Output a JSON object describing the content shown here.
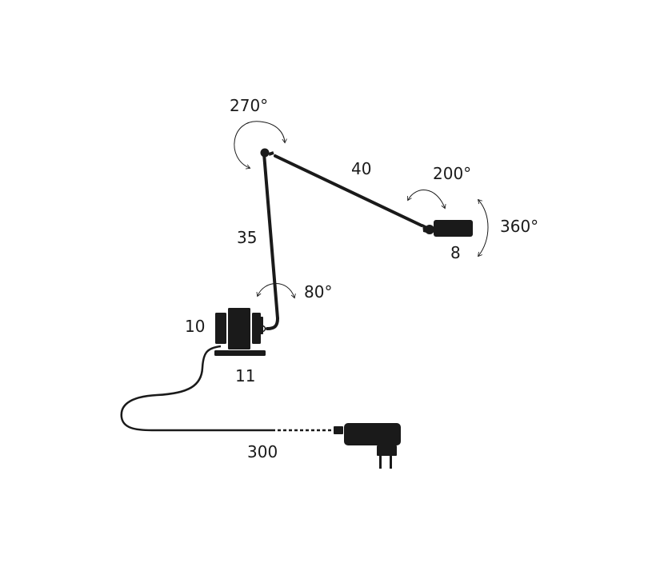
{
  "colors": {
    "ink": "#1a1a1a",
    "background": "#ffffff"
  },
  "labels": {
    "joint_top_rotation": "270°",
    "upper_arm_length": "40",
    "head_tilt": "200°",
    "head_rotation": "360°",
    "head_size": "8",
    "lower_arm_length": "35",
    "base_joint_rotation": "80°",
    "base_height": "10",
    "base_width": "11",
    "cable_length": "300"
  },
  "icons": {
    "lamp": "desk-lamp-icon",
    "plug": "power-adapter-icon",
    "rotation": "curved-arrow-icon"
  }
}
